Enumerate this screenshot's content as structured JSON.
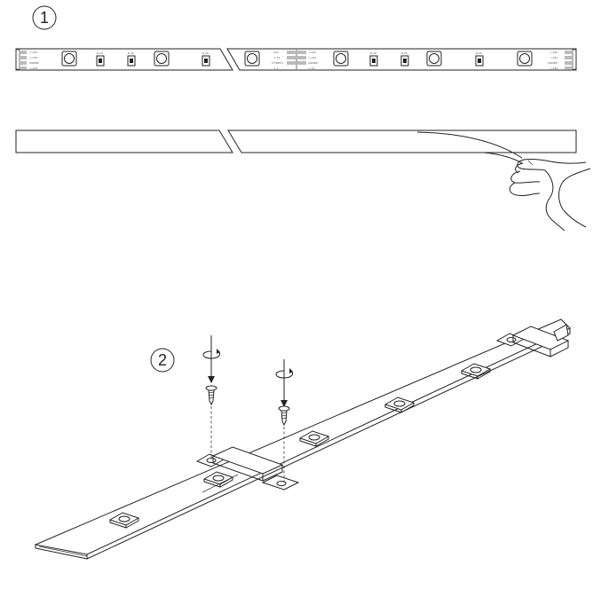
{
  "steps": [
    {
      "number": "1"
    },
    {
      "number": "2"
    }
  ],
  "strip_markings": {
    "left_end": [
      "+ 24V",
      "+ 24V",
      "UNDER",
      "+ 24V"
    ],
    "right_end": [
      "+ 24V",
      "+ 24V",
      "UNDER",
      "+ 24V"
    ],
    "joint_left": [
      "24V",
      "+ 24",
      "5 FREE 5",
      "+ 2"
    ],
    "joint_right": [
      "+ 24V",
      "+ 24V",
      "UNDER",
      "+ 24"
    ],
    "chip_labels": [
      "R 20",
      "R 20",
      "R 20",
      "R 20",
      "R 20",
      "R 20"
    ]
  }
}
